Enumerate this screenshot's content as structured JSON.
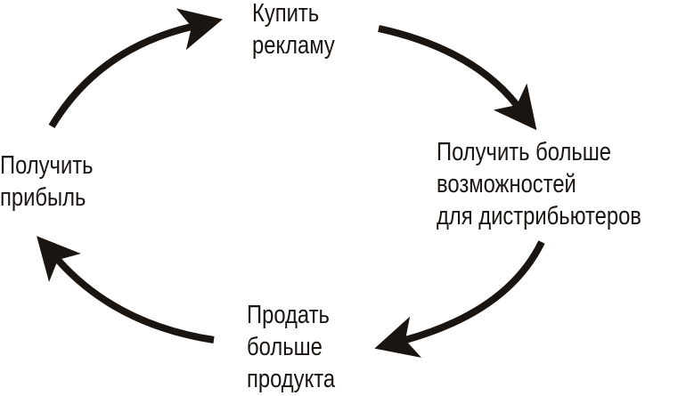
{
  "nodes": {
    "buy_ads": [
      "Купить",
      "рекламу"
    ],
    "distributors": [
      "Получить больше",
      "возможностей",
      "для дистрибьютеров"
    ],
    "sell_more": [
      "Продать",
      "больше",
      "продукта"
    ],
    "profit": [
      "Получить",
      "прибыль"
    ]
  },
  "colors": {
    "ink": "#1a1510"
  }
}
